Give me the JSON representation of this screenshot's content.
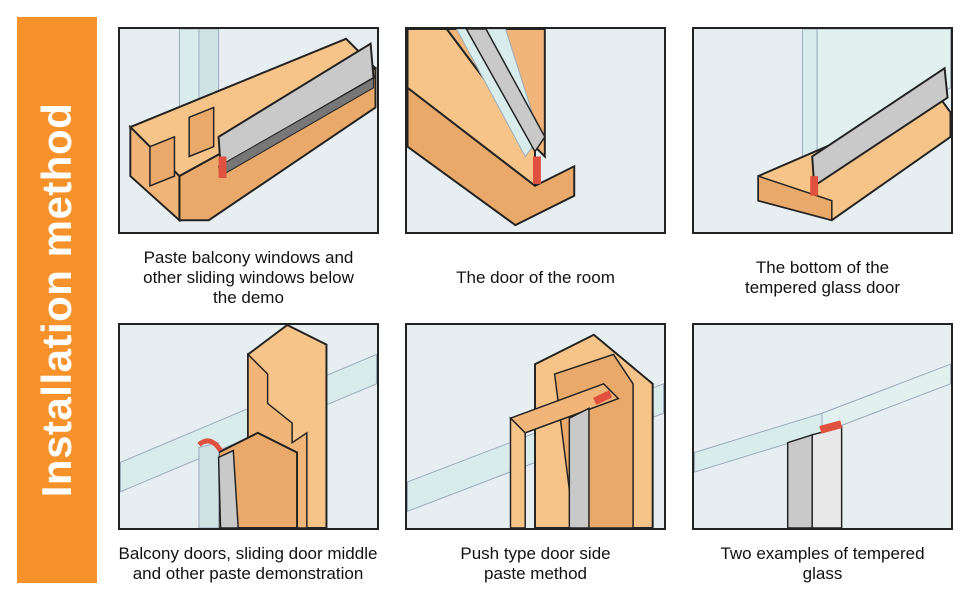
{
  "sidebar": {
    "title": "Installation method"
  },
  "panels": [
    {
      "caption": [
        "Paste balcony windows and",
        "other sliding windows below",
        "the demo"
      ]
    },
    {
      "caption": [
        "The door of the room"
      ]
    },
    {
      "caption": [
        "The bottom of the",
        "tempered glass door"
      ]
    },
    {
      "caption": [
        "Balcony doors, sliding door middle",
        "and other paste demonstration"
      ]
    },
    {
      "caption": [
        "Push type door side",
        "paste method"
      ]
    },
    {
      "caption": [
        "Two examples of tempered",
        "glass"
      ]
    }
  ],
  "colors": {
    "accent": "#f7922a",
    "wood": "#f6c389",
    "wood_dark": "#e9a96a",
    "seal": "#e0503f",
    "strip": "#c9c9c9",
    "glass": "#d9ecec",
    "background": "#e6eef1"
  }
}
